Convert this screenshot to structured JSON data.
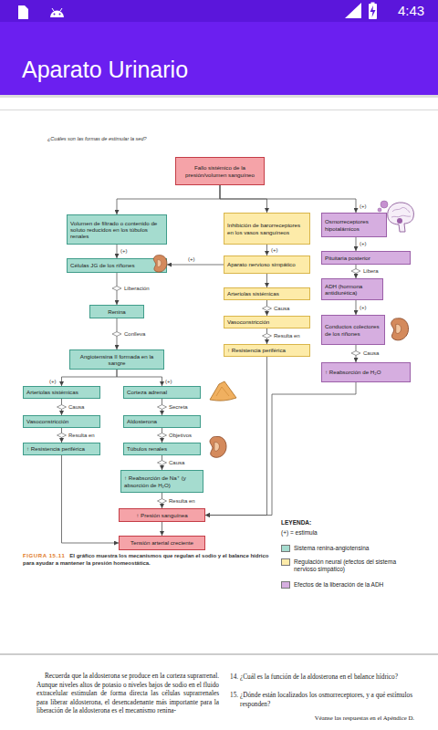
{
  "diagram": {
    "title": "Aparato Urinario",
    "caption": "El gráfico muestra los mecanismos que regulan el sodio y el balance hídrico para ayudar a mantener la presión homeostática.",
    "nodes": [
      {
        "text": [
          "Fallo sistémico de la presión/volumen sanguíneo"
        ]
      },
      {
        "text": [
          "Volumen de filtrado o contenido de soluto reducidos en los túbulos renales"
        ]
      },
      {
        "text": [
          "Células JG de los riñones"
        ]
      },
      {
        "text": [
          "Renina"
        ]
      },
      {
        "text": [
          "Angiotensina II formada en la sangre"
        ]
      },
      {
        "text": [
          "Arteriolas sistémicas"
        ]
      },
      {
        "text": [
          "Vasoconstricción"
        ]
      },
      {
        "text": [
          "↑ Resistencia periférica"
        ]
      },
      {
        "text": [
          "Corteza adrenal"
        ]
      },
      {
        "text": [
          "Aldosterona"
        ]
      },
      {
        "text": [
          "Túbulos renales"
        ]
      },
      {
        "text": [
          "↑ Reabsorción de Na⁺ (y absorción de H₂O)"
        ]
      },
      {
        "text": [
          "↑ Presión sanguínea"
        ]
      },
      {
        "text": [
          "Tensión arterial creciente"
        ]
      },
      {
        "text": [
          "Inhibición de barorreceptores en los vasos sanguíneos"
        ]
      },
      {
        "text": [
          "Aparato nervioso simpático"
        ]
      },
      {
        "text": [
          "Arteriolas sistémicas"
        ]
      },
      {
        "text": [
          "Vasoconstricción"
        ]
      },
      {
        "text": [
          "↑ Resistencia periférica"
        ]
      },
      {
        "text": [
          "Osmorreceptores hipotalámicos"
        ]
      },
      {
        "text": [
          "Pituitaria posterior"
        ]
      },
      {
        "text": [
          "ADH (hormona antidiurética)"
        ]
      },
      {
        "text": [
          "Conductos colectores de los riñones"
        ]
      },
      {
        "text": [
          "↑ Reabsorción de H₂O"
        ]
      }
    ],
    "edges": [
      {
        "from": 0,
        "to": 1,
        "arrow": "to"
      },
      {
        "from": 0,
        "to": 14,
        "arrow": "to"
      },
      {
        "from": 0,
        "to": 19,
        "label": "(+)",
        "arrow": "to"
      },
      {
        "from": 1,
        "to": 2,
        "label": "(+)",
        "arrow": "to"
      },
      {
        "from": 15,
        "to": 2,
        "label": "(+)",
        "arrow": "to"
      },
      {
        "from": 2,
        "to": 3,
        "label": "Liberación",
        "arrow": "to"
      },
      {
        "from": 3,
        "to": 4,
        "label": "Conlleva",
        "arrow": "to"
      },
      {
        "from": 4,
        "to": 5,
        "label": "(+)",
        "arrow": "to"
      },
      {
        "from": 4,
        "to": 8,
        "label": "(+)",
        "arrow": "to"
      },
      {
        "from": 5,
        "to": 6,
        "label": "Causa",
        "arrow": "to"
      },
      {
        "from": 6,
        "to": 7,
        "label": "Resulta en",
        "arrow": "to"
      },
      {
        "from": 8,
        "to": 9,
        "label": "Secreta",
        "arrow": "to"
      },
      {
        "from": 9,
        "to": 10,
        "label": "Objetivos",
        "arrow": "to"
      },
      {
        "from": 10,
        "to": 11,
        "label": "Causa",
        "arrow": "to"
      },
      {
        "from": 11,
        "to": 12,
        "label": "Resulta en",
        "arrow": "to"
      },
      {
        "from": 12,
        "to": 13,
        "arrow": "to"
      },
      {
        "from": 7,
        "to": 13,
        "arrow": "to"
      },
      {
        "from": 14,
        "to": 15,
        "label": "(+)",
        "arrow": "to"
      },
      {
        "from": 15,
        "to": 16,
        "arrow": "to"
      },
      {
        "from": 16,
        "to": 17,
        "label": "Causa",
        "arrow": "to"
      },
      {
        "from": 17,
        "to": 18,
        "label": "Resulta en",
        "arrow": "to"
      },
      {
        "from": 18,
        "to": 12,
        "arrow": "to"
      },
      {
        "from": 19,
        "to": 20,
        "label": "(+)",
        "arrow": "to"
      },
      {
        "from": 20,
        "to": 21,
        "label": "Libera",
        "arrow": "to"
      },
      {
        "from": 21,
        "to": 22,
        "label": "(+)",
        "arrow": "to"
      },
      {
        "from": 22,
        "to": 23,
        "label": "Causa",
        "arrow": "to"
      },
      {
        "from": 23,
        "to": 12,
        "arrow": "to"
      }
    ],
    "labels": [
      "4:43",
      "¿Cuáles son las formas de estimular la sed?",
      "LEYENDA:",
      "FIGURA 15.11",
      "Recuerda que la aldosterona se produce en la corteza suprarrenal. Aunque niveles altos de potasio o niveles bajos de sodio en el fluido extracelular estimulan de forma directa las células suprarrenales para liberar aldosterona, el desencadenante más importante para la liberación de la aldosterona es el mecanismo renina-",
      "14. ¿Cuál es la función de la aldosterona en el balance hídrico?",
      "15. ¿Dónde están localizados los osmorreceptores, y a qué estímulos responden?",
      "Véanse las respuestas en el Apéndice D."
    ],
    "legend": [
      {
        "text": "(+) = estimula"
      },
      {
        "text": "Sistema renina-angiotensina",
        "color": "#a5dccf"
      },
      {
        "text": "Regulación neural (efectos del sistema nervioso simpático)",
        "color": "#fdeba9"
      },
      {
        "text": "Efectos de la liberación de la ADH",
        "color": "#d6aee0"
      }
    ]
  }
}
